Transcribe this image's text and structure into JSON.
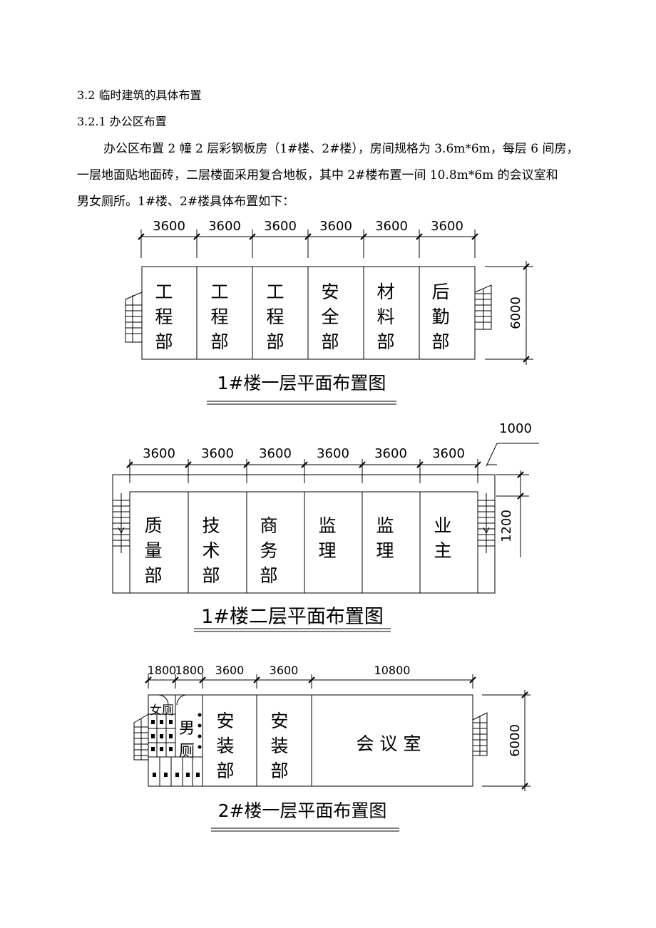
{
  "section": {
    "heading": "3.2  临时建筑的具体布置",
    "subheading": "3.2.1  办公区布置",
    "para_line1": "办公区布置 2 幢 2 层彩钢板房（1#楼、2#楼），房间规格为 3.6m*6m，每层 6 间房，",
    "para_line2": "一层地面贴地面砖，二层楼面采用复合地板，其中 2#楼布置一间 10.8m*6m 的会议室和",
    "para_line3": "男女厕所。1#楼、2#楼具体布置如下："
  },
  "plan1": {
    "caption": "1#楼一层平面布置图",
    "dims": [
      "3600",
      "3600",
      "3600",
      "3600",
      "3600",
      "3600"
    ],
    "depth": "6000",
    "rooms": [
      [
        "工",
        "程",
        "部"
      ],
      [
        "工",
        "程",
        "部"
      ],
      [
        "工",
        "程",
        "部"
      ],
      [
        "安",
        "全",
        "部"
      ],
      [
        "材",
        "料",
        "部"
      ],
      [
        "后",
        "勤",
        "部"
      ]
    ]
  },
  "plan2": {
    "caption": "1#楼二层平面布置图",
    "dims": [
      "3600",
      "3600",
      "3600",
      "3600",
      "3600",
      "3600"
    ],
    "corridor_dim": "1000",
    "corridor_depth": "1200",
    "rooms": [
      [
        "质",
        "量",
        "部"
      ],
      [
        "技",
        "术",
        "部"
      ],
      [
        "商",
        "务",
        "部"
      ],
      [
        "监",
        "理"
      ],
      [
        "监",
        "理"
      ],
      [
        "业",
        "主"
      ]
    ]
  },
  "plan3": {
    "caption": "2#楼一层平面布置图",
    "dims": [
      "1800",
      "1800",
      "3600",
      "3600",
      "10800"
    ],
    "depth": "6000",
    "women": "女厕",
    "men": [
      "男",
      "厕"
    ],
    "rooms": [
      [
        "安",
        "装",
        "部"
      ],
      [
        "安",
        "装",
        "部"
      ]
    ],
    "meeting": "会 议 室"
  }
}
